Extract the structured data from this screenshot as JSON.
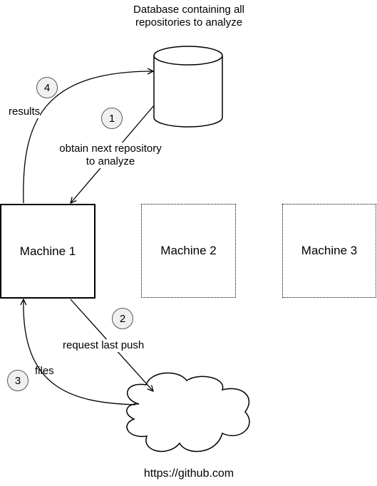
{
  "database": {
    "label_line1": "Database containing all",
    "label_line2": "repositories to analyze"
  },
  "machines": [
    {
      "label": "Machine 1"
    },
    {
      "label": "Machine 2"
    },
    {
      "label": "Machine 3"
    }
  ],
  "steps": [
    {
      "number": "1",
      "label_line1": "obtain next repository",
      "label_line2": "to analyze"
    },
    {
      "number": "2",
      "label": "request last push"
    },
    {
      "number": "3",
      "label": "files"
    },
    {
      "number": "4",
      "label": "results"
    }
  ],
  "cloud": {
    "label": "https://github.com"
  }
}
